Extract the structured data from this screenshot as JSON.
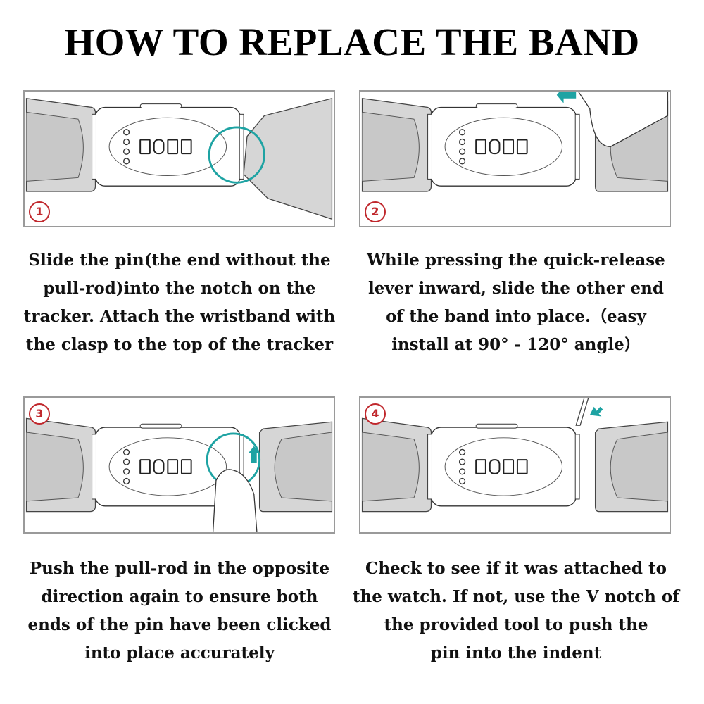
{
  "title": "HOW TO REPLACE THE BAND",
  "accent_color": "#1ea3a3",
  "number_color": "#c0282d",
  "steps": [
    {
      "number": "1",
      "lines": [
        "Slide the pin(the end without the",
        "pull-rod)into the notch on the",
        "tracker. Attach the wristband with",
        "the clasp to the top of the tracker"
      ]
    },
    {
      "number": "2",
      "lines": [
        "While pressing the quick-release",
        "lever inward, slide the other end",
        "of the band into place.（easy",
        "install at 90° - 120° angle）"
      ]
    },
    {
      "number": "3",
      "lines": [
        "Push the pull-rod in the opposite",
        "direction again to ensure both",
        "ends of the pin have been clicked",
        "into place accurately"
      ]
    },
    {
      "number": "4",
      "lines": [
        "Check to see if it was attached to",
        "the watch. If not, use the V notch of",
        "the provided tool to push the",
        "pin into the indent"
      ]
    }
  ]
}
